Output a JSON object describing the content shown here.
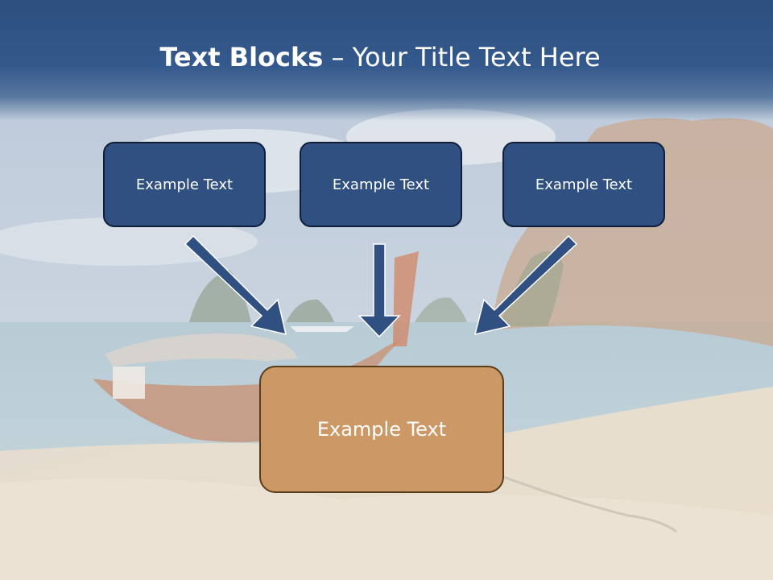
{
  "title": {
    "strong": "Text Blocks",
    "dash": " – ",
    "rest": "Your Title Text Here"
  },
  "boxes": {
    "left": "Example Text",
    "middle": "Example Text",
    "right": "Example Text",
    "target": "Example Text"
  },
  "colors": {
    "box_blue": "#2f5080",
    "box_orange": "#cc9966",
    "arrow": "#2f5080",
    "title_band": "#2c4f7f"
  }
}
